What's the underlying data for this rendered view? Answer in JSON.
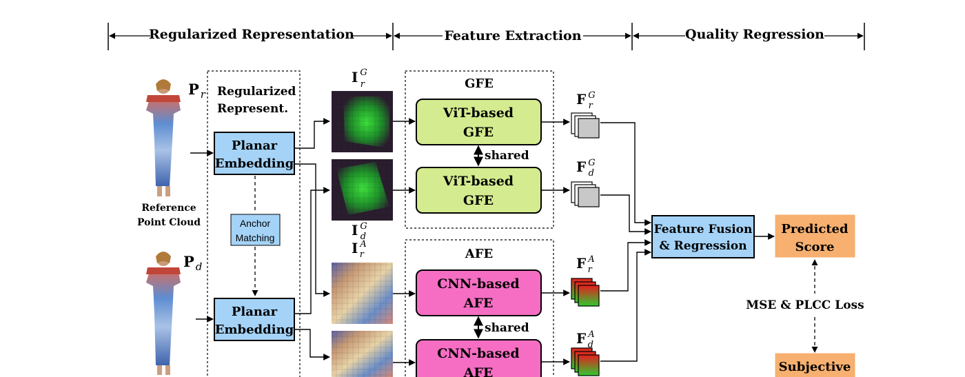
{
  "header": {
    "stages": [
      "Regularized Representation",
      "Feature Extraction",
      "Quality Regression"
    ]
  },
  "inputs": {
    "reference": {
      "symbol": "P",
      "subscript": "r",
      "caption_line1": "Reference",
      "caption_line2": "Point Cloud"
    },
    "distorted": {
      "symbol": "P",
      "subscript": "d"
    }
  },
  "regularized_panel": {
    "title_line1": "Regularized",
    "title_line2": "Represent."
  },
  "planar_embedding": {
    "line1": "Planar",
    "line2": "Embedding"
  },
  "anchor_matching": {
    "line1": "Anchor",
    "line2": "Matching"
  },
  "projections": {
    "geometry_ref": {
      "symbol": "I",
      "superscript": "G",
      "subscript": "r"
    },
    "geometry_dist": {
      "symbol": "I",
      "superscript": "G",
      "subscript": "d"
    },
    "attribute_ref": {
      "symbol": "I",
      "superscript": "A",
      "subscript": "r"
    }
  },
  "gfe": {
    "title": "GFE",
    "block_line1": "ViT-based",
    "block_line2": "GFE",
    "shared": "shared"
  },
  "afe": {
    "title": "AFE",
    "block_line1": "CNN-based",
    "block_line2": "AFE",
    "shared": "shared"
  },
  "features": {
    "fg_r": {
      "symbol": "F",
      "superscript": "G",
      "subscript": "r"
    },
    "fg_d": {
      "symbol": "F",
      "superscript": "G",
      "subscript": "d"
    },
    "fa_r": {
      "symbol": "F",
      "superscript": "A",
      "subscript": "r"
    },
    "fa_d": {
      "symbol": "F",
      "superscript": "A",
      "subscript": "d"
    }
  },
  "fusion": {
    "line1": "Feature Fusion",
    "line2": "& Regression"
  },
  "predicted": {
    "line1": "Predicted",
    "line2": "Score"
  },
  "loss": "MSE & PLCC Loss",
  "subjective": "Subjective",
  "colors": {
    "blue_box": "#a5d3f7",
    "green_box": "#d4eb8f",
    "pink_box": "#f66ec3",
    "orange_box": "#f7b070",
    "stroke": "#000000"
  }
}
